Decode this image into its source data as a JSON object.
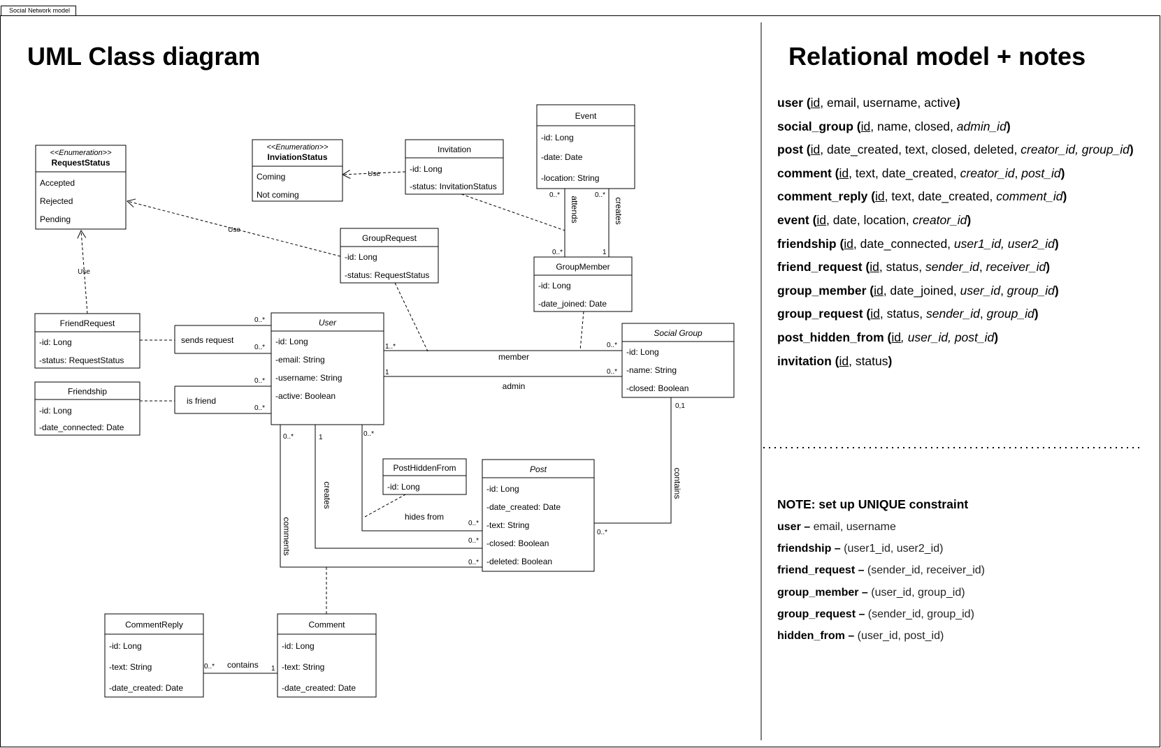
{
  "page_tab": "Social Network model",
  "uml_heading": "UML Class diagram",
  "relational_heading": "Relational model + notes",
  "classes": {
    "request_status": {
      "stereotype": "<<Enumeration>>",
      "name": "RequestStatus",
      "items": [
        "Accepted",
        "Rejected",
        "Pending"
      ]
    },
    "invitation_status": {
      "stereotype": "<<Enumeration>>",
      "name": "InviationStatus",
      "items": [
        "Coming",
        "Not coming"
      ]
    },
    "invitation": {
      "name": "Invitation",
      "attrs": [
        "-id: Long",
        "-status: InvitationStatus"
      ]
    },
    "event": {
      "name": "Event",
      "attrs": [
        "-id: Long",
        "-date: Date",
        "-location: String"
      ]
    },
    "group_request": {
      "name": "GroupRequest",
      "attrs": [
        "-id: Long",
        "-status: RequestStatus"
      ]
    },
    "group_member": {
      "name": "GroupMember",
      "attrs": [
        "-id: Long",
        "-date_joined: Date"
      ]
    },
    "friend_request": {
      "name": "FriendRequest",
      "attrs": [
        "-id: Long",
        "-status: RequestStatus"
      ]
    },
    "friendship": {
      "name": "Friendship",
      "attrs": [
        "-id: Long",
        "-date_connected: Date"
      ]
    },
    "user": {
      "name": "User",
      "attrs": [
        "-id: Long",
        "-email: String",
        "-username: String",
        "-active: Boolean"
      ]
    },
    "social_group": {
      "name": "Social Group",
      "attrs": [
        "-id: Long",
        "-name: String",
        "-closed: Boolean"
      ]
    },
    "post_hidden_from": {
      "name": "PostHiddenFrom",
      "attrs": [
        "-id: Long"
      ]
    },
    "post": {
      "name": "Post",
      "attrs": [
        "-id: Long",
        "-date_created: Date",
        "-text: String",
        "-closed: Boolean",
        "-deleted: Boolean"
      ]
    },
    "comment_reply": {
      "name": "CommentReply",
      "attrs": [
        "-id: Long",
        "-text: String",
        "-date_created: Date"
      ]
    },
    "comment": {
      "name": "Comment",
      "attrs": [
        "-id: Long",
        "-text: String",
        "-date_created: Date"
      ]
    }
  },
  "connector_labels": {
    "use": "Use",
    "sends_request": "sends request",
    "is_friend": "is friend",
    "member": "member",
    "admin": "admin",
    "attends": "attends",
    "creates": "creates",
    "contains": "contains",
    "hides_from": "hides from",
    "comments": "comments"
  },
  "multiplicities": {
    "many": "0..*",
    "one_many": "1..*",
    "one": "1",
    "zero_one": "0,1"
  },
  "relational_model": [
    {
      "table": "user",
      "parts": [
        [
          "pk",
          "id"
        ],
        [
          "n",
          ", email, username, active"
        ]
      ]
    },
    {
      "table": "social_group",
      "parts": [
        [
          "pk",
          "id"
        ],
        [
          "n",
          ", name, closed, "
        ],
        [
          "fk",
          "admin_id"
        ]
      ]
    },
    {
      "table": "post",
      "parts": [
        [
          "pk",
          "id"
        ],
        [
          "n",
          ", date_created, text, closed, deleted, "
        ],
        [
          "fk",
          "creator_id, group_id"
        ]
      ]
    },
    {
      "table": "comment",
      "parts": [
        [
          "pk",
          "id"
        ],
        [
          "n",
          ", text, date_created, "
        ],
        [
          "fk",
          "creator_id"
        ],
        [
          "n",
          ", "
        ],
        [
          "fk",
          "post_id"
        ]
      ]
    },
    {
      "table": "comment_reply",
      "parts": [
        [
          "pk",
          "id"
        ],
        [
          "n",
          ", text, date_created, "
        ],
        [
          "fk",
          "comment_id"
        ]
      ]
    },
    {
      "table": "event",
      "parts": [
        [
          "pk",
          "id"
        ],
        [
          "n",
          ", date, location, "
        ],
        [
          "fk",
          "creator_id"
        ]
      ]
    },
    {
      "table": "friendship",
      "parts": [
        [
          "pk",
          "id"
        ],
        [
          "n",
          ", date_connected, "
        ],
        [
          "fk",
          "user1_id, user2_id"
        ]
      ]
    },
    {
      "table": "friend_request",
      "parts": [
        [
          "pk",
          "id"
        ],
        [
          "n",
          ", status, "
        ],
        [
          "fk",
          "sender_id"
        ],
        [
          "n",
          ", "
        ],
        [
          "fk",
          "receiver_id"
        ]
      ]
    },
    {
      "table": "group_member",
      "parts": [
        [
          "pk",
          "id"
        ],
        [
          "n",
          ", date_joined, "
        ],
        [
          "fk",
          "user_id"
        ],
        [
          "n",
          ", "
        ],
        [
          "fk",
          "group_id"
        ]
      ]
    },
    {
      "table": "group_request",
      "parts": [
        [
          "pk",
          "id"
        ],
        [
          "n",
          ", status, "
        ],
        [
          "fk",
          "sender_id"
        ],
        [
          "n",
          ", "
        ],
        [
          "fk",
          "group_id"
        ]
      ]
    },
    {
      "table": "post_hidden_from",
      "parts": [
        [
          "pk",
          "id"
        ],
        [
          "fk",
          ", user_id, post_id"
        ]
      ]
    },
    {
      "table": "invitation",
      "parts": [
        [
          "pk",
          "id"
        ],
        [
          "n",
          ", status"
        ]
      ]
    }
  ],
  "notes": {
    "title": "NOTE: set up UNIQUE constraint",
    "items": [
      {
        "table": "user –",
        "cols": " email, username"
      },
      {
        "table": "friendship –",
        "cols": " (user1_id, user2_id)"
      },
      {
        "table": "friend_request –",
        "cols": " (sender_id, receiver_id)"
      },
      {
        "table": "group_member –",
        "cols": " (user_id, group_id)"
      },
      {
        "table": "group_request –",
        "cols": " (sender_id, group_id)"
      },
      {
        "table": "hidden_from –",
        "cols": " (user_id, post_id)"
      }
    ]
  }
}
